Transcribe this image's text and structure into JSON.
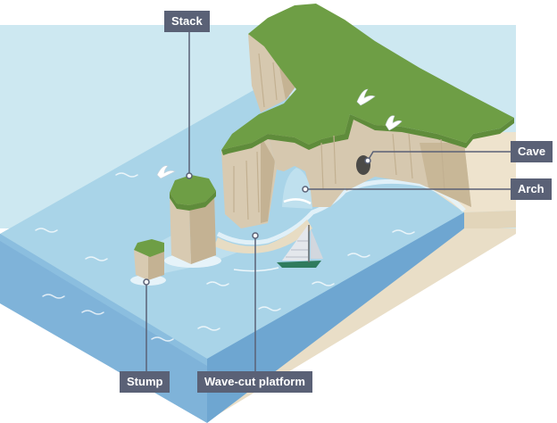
{
  "labels": {
    "stack": "Stack",
    "cave": "Cave",
    "arch": "Arch",
    "stump": "Stump",
    "platform": "Wave-cut platform"
  },
  "colors": {
    "sky": "#cde8f1",
    "sea_top": "#a9d4e8",
    "sea_front": "#7fb3d9",
    "sea_side": "#6ea6d1",
    "sand": "#eee3cd",
    "rock": "#d6c8af",
    "rock_shadow": "#bba98d",
    "grass": "#6e9e45",
    "label_bg": "#5a6176",
    "leader": "#5a6176"
  }
}
